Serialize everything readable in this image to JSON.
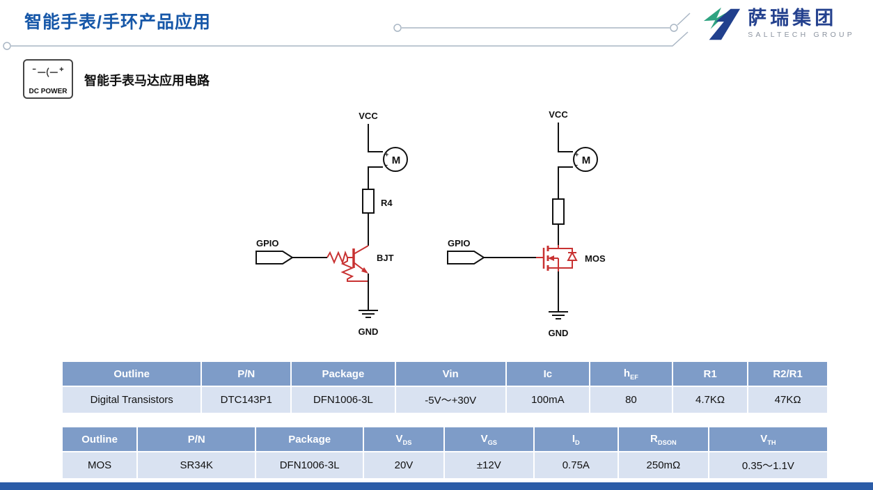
{
  "header": {
    "title": "智能手表/手环产品应用",
    "logo": {
      "name": "萨瑞集团",
      "tagline": "SALLTECH GROUP"
    }
  },
  "section": {
    "icon_label": "DC POWER",
    "subtitle": "智能手表马达应用电路"
  },
  "circuit_bjt": {
    "vcc": "VCC",
    "gnd": "GND",
    "gpio": "GPIO",
    "motor": "M",
    "plus": "+",
    "minus": "-",
    "resistor": "R4",
    "transistor": "BJT"
  },
  "circuit_mos": {
    "vcc": "VCC",
    "gnd": "GND",
    "gpio": "GPIO",
    "motor": "M",
    "plus": "+",
    "minus": "-",
    "transistor": "MOS"
  },
  "transistor_table": {
    "headers": [
      {
        "main": "Outline"
      },
      {
        "main": "P/N"
      },
      {
        "main": "Package"
      },
      {
        "main": "Vin"
      },
      {
        "main": "Ic"
      },
      {
        "main": "h",
        "sub": "EF"
      },
      {
        "main": "R1"
      },
      {
        "main": "R2/R1"
      }
    ],
    "rows": [
      [
        "Digital Transistors",
        "DTC143P1",
        "DFN1006-3L",
        "-5V～+30V",
        "100mA",
        "80",
        "4.7KΩ",
        "47KΩ"
      ]
    ]
  },
  "mos_table": {
    "headers": [
      {
        "main": "Outline"
      },
      {
        "main": "P/N"
      },
      {
        "main": "Package"
      },
      {
        "main": "V",
        "sub": "DS"
      },
      {
        "main": "V",
        "sub": "GS"
      },
      {
        "main": "I",
        "sub": "D"
      },
      {
        "main": "R",
        "sub": "DSON"
      },
      {
        "main": "V",
        "sub": "TH"
      }
    ],
    "rows": [
      [
        "MOS",
        "SR34K",
        "DFN1006-3L",
        "20V",
        "±12V",
        "0.75A",
        "250mΩ",
        "0.35～1.1V"
      ]
    ]
  },
  "colors": {
    "accent_blue": "#1657A8",
    "table_header": "#7E9CC8",
    "table_row": "#D9E2F1",
    "circuit_red": "#C83232"
  }
}
